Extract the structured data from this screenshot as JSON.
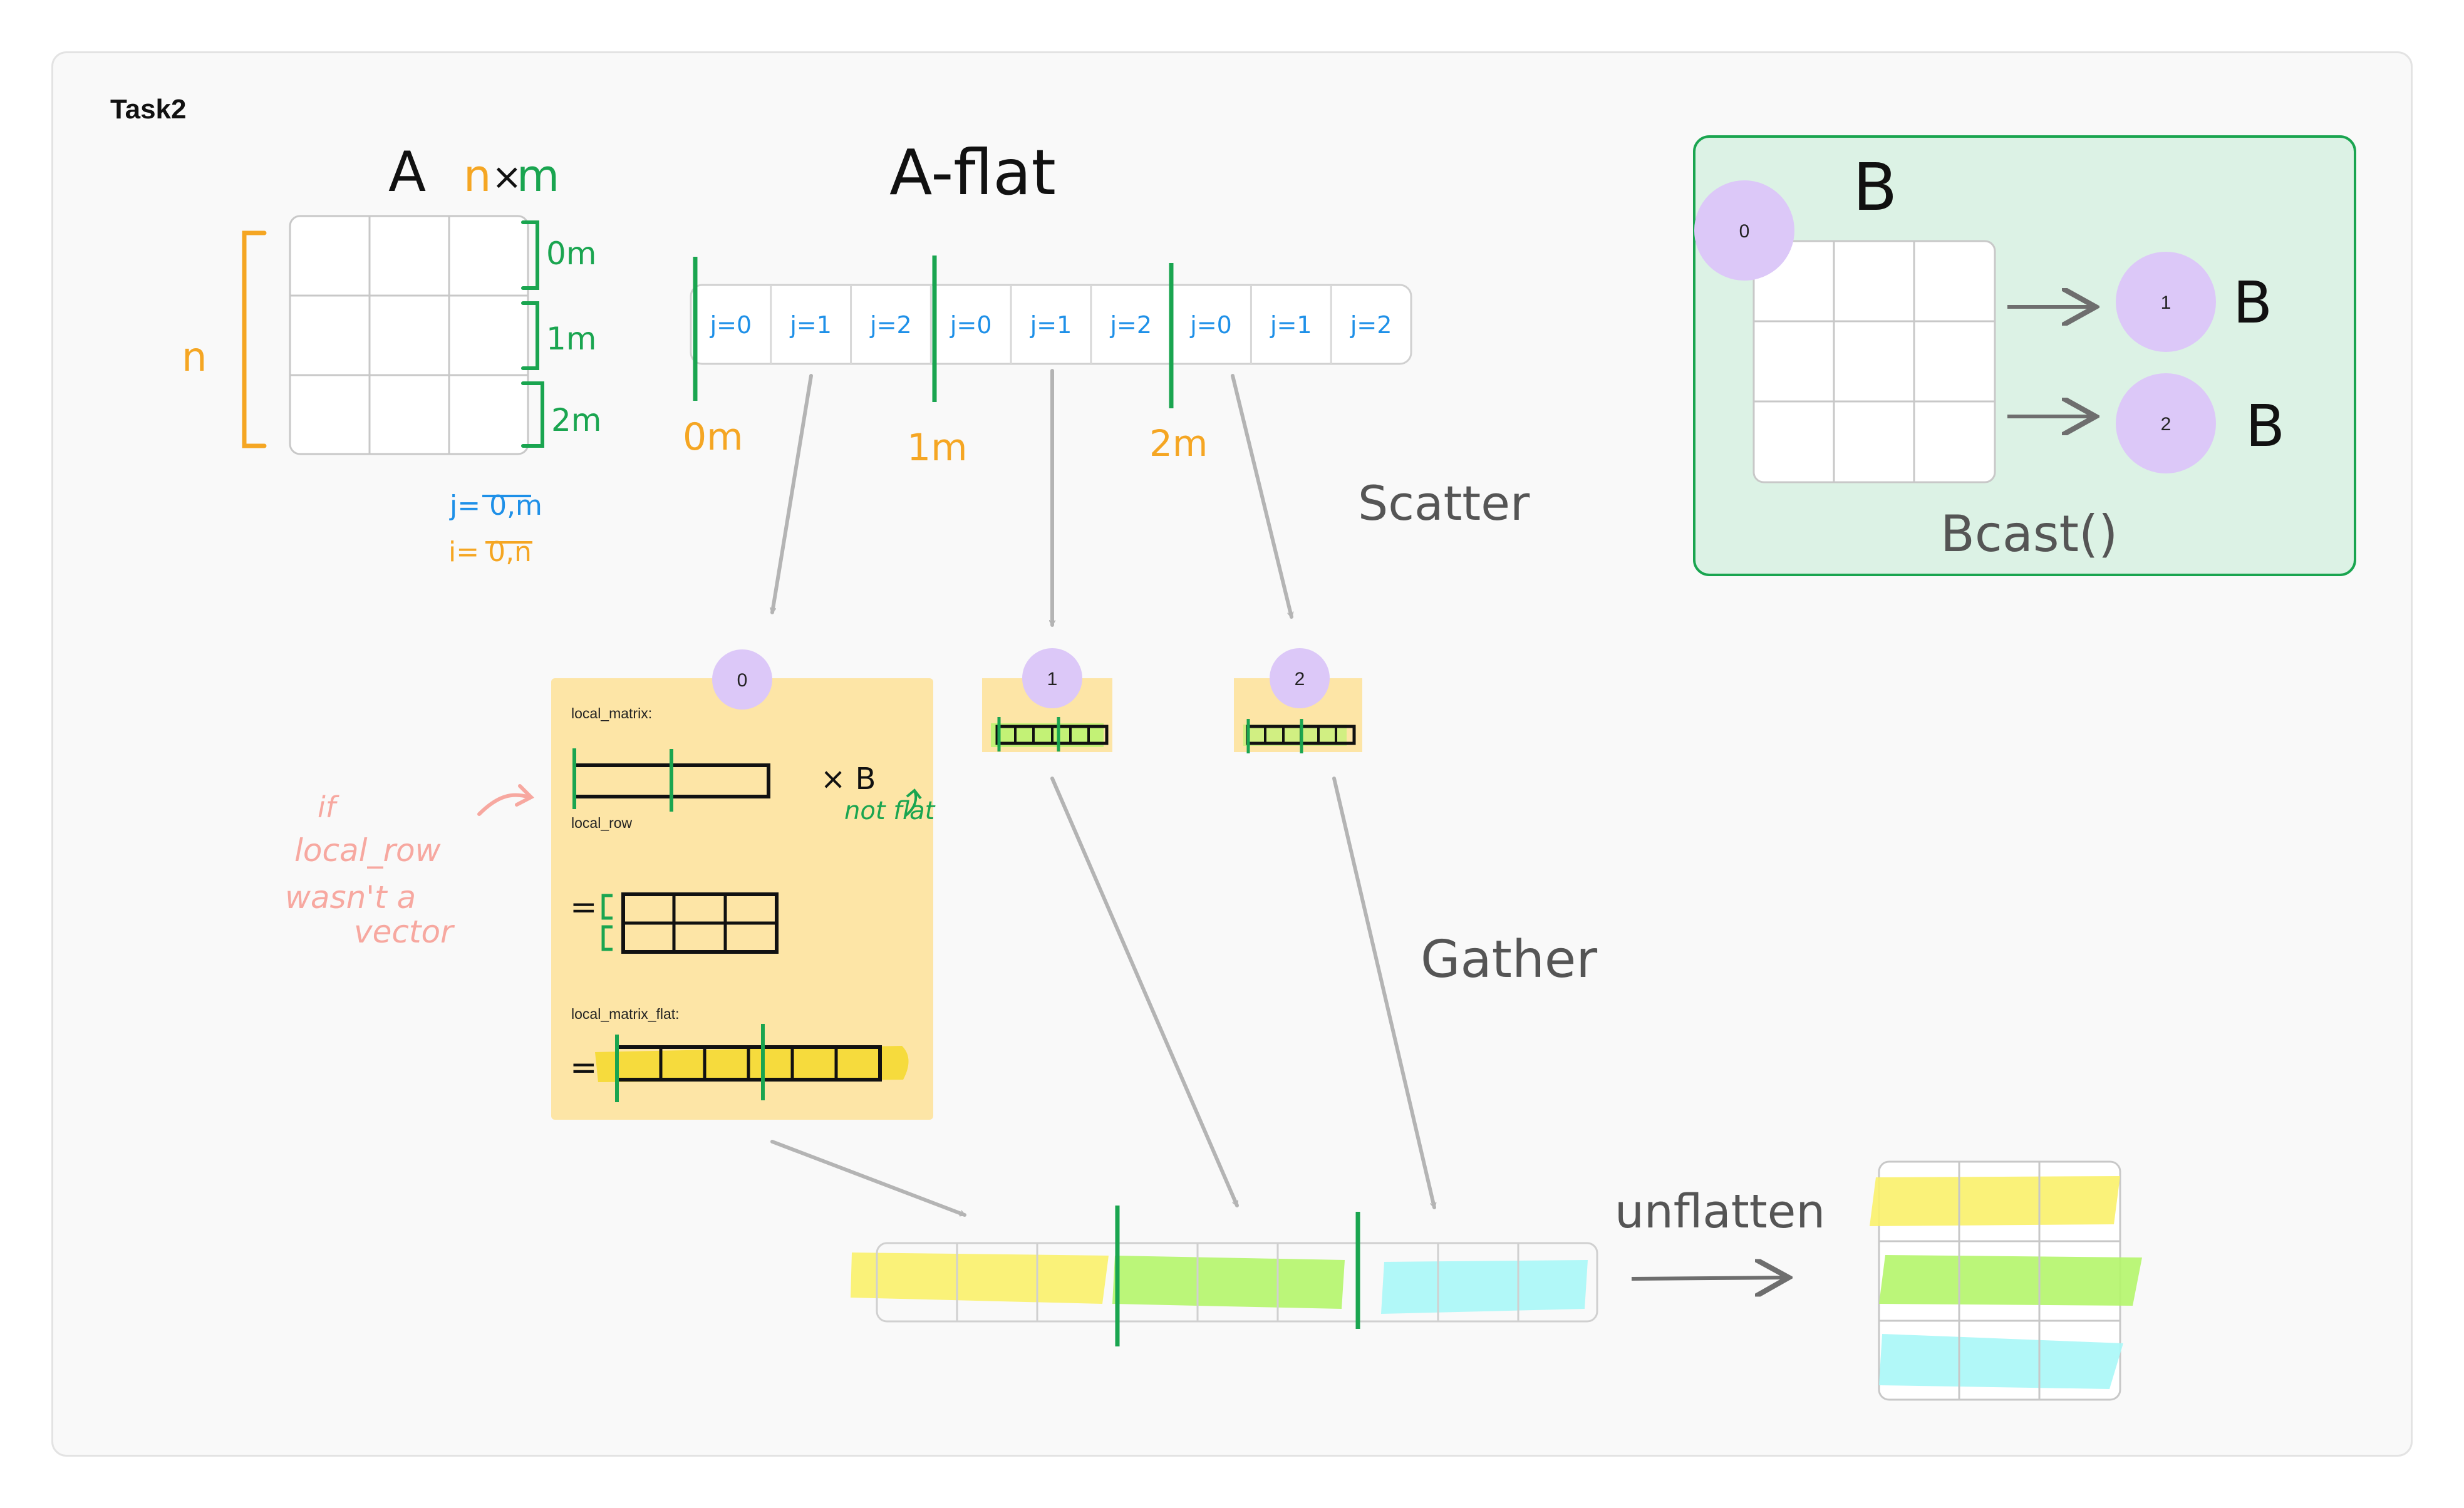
{
  "frame": {
    "title": "Task2"
  },
  "matrix_a": {
    "title": "A",
    "dims": {
      "n": "n",
      "times": "×",
      "m": "m"
    },
    "row_side_label": "n",
    "row_offsets": [
      "0m",
      "1m",
      "2m"
    ],
    "index_j": "j= 0,m",
    "index_i": "i= 0,n"
  },
  "a_flat": {
    "title": "A-flat",
    "cells": [
      "j=0",
      "j=1",
      "j=2",
      "j=0",
      "j=1",
      "j=2",
      "j=0",
      "j=1",
      "j=2"
    ],
    "offsets": [
      "0m",
      "1m",
      "2m"
    ]
  },
  "labels": {
    "scatter": "Scatter",
    "gather": "Gather",
    "unflatten": "unflatten",
    "bcast": "Bcast()"
  },
  "bcast_box": {
    "title": "B",
    "root_node": "0",
    "targets": [
      {
        "node": "1",
        "label": "B"
      },
      {
        "node": "2",
        "label": "B"
      }
    ]
  },
  "process_0": {
    "node": "0",
    "local_matrix_label": "local_matrix:",
    "times_b": "× B",
    "not_flat": "not flat",
    "local_row_label": "local_row",
    "equals": "=",
    "local_matrix_flat_label": "local_matrix_flat:"
  },
  "process_1": {
    "node": "1"
  },
  "process_2": {
    "node": "2"
  },
  "side_note": [
    "if",
    "local_row",
    "wasn't a",
    "vector"
  ],
  "colors": {
    "orange": "#f5a623",
    "green": "#1aa550",
    "blue": "#1e90e8",
    "note_yellow": "#fde5a6",
    "node_purple": "#dcc8f8",
    "bcast_bg": "#dcf2e5",
    "bcast_border": "#1aa550",
    "hl_yellow": "#f9f16a",
    "hl_green": "#b4f56a",
    "hl_cyan": "#a8f7f7",
    "pink": "#f7a8a0",
    "arrow_gray": "#b4b4b4"
  }
}
